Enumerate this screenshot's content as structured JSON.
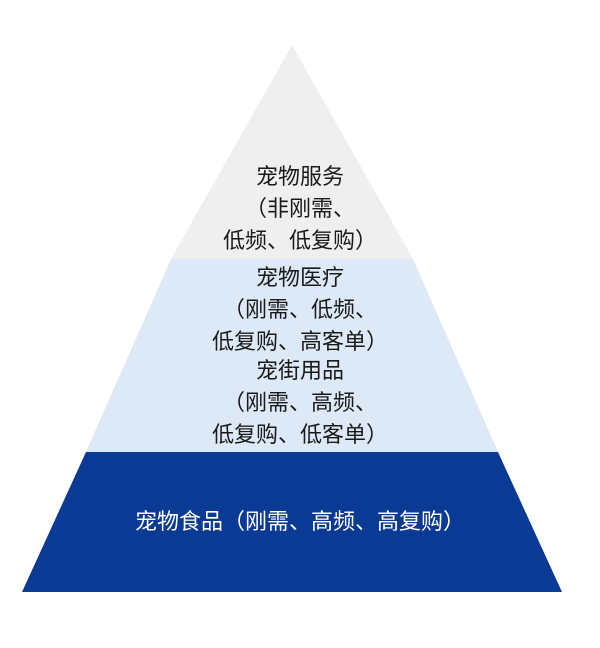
{
  "colors": {
    "top_tier_fill": "#efefef",
    "middle_tier_fill": "#dde9f6",
    "bottom_tier_fill": "#0b3a94",
    "dark_text": "#1a1a1a",
    "light_text": "#ffffff"
  },
  "tiers": {
    "top": {
      "lines": [
        "宠物服务",
        "（非刚需、",
        "低频、低复购）"
      ]
    },
    "middle_a": {
      "lines": [
        "宠物医疗",
        "（刚需、低频、",
        "低复购、高客单）"
      ]
    },
    "middle_b": {
      "lines": [
        "宠街用品",
        "（刚需、高频、",
        "低复购、低客单）"
      ]
    },
    "bottom": {
      "lines": [
        "宠物食品（刚需、高频、高复购）"
      ]
    }
  }
}
